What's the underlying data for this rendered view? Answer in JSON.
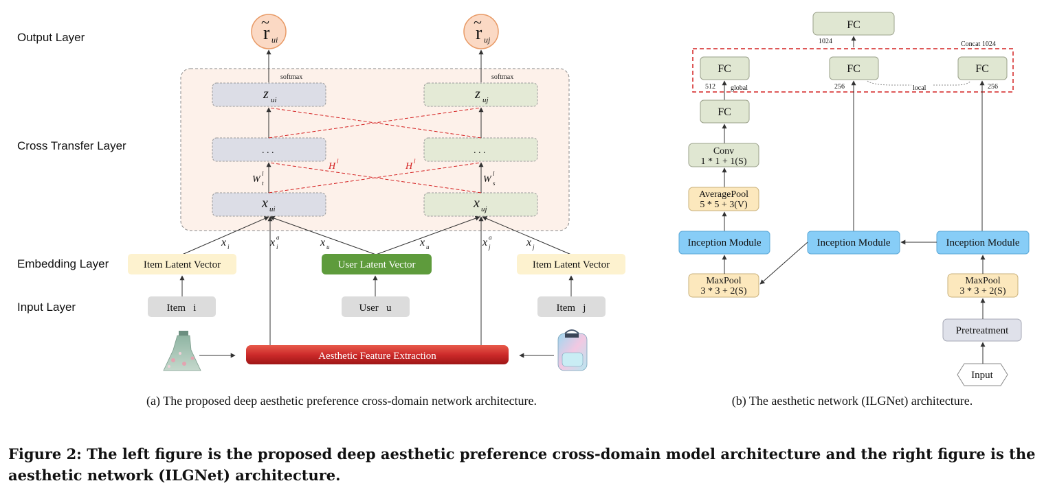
{
  "left": {
    "layers": {
      "output": "Output  Layer",
      "cross": "Cross  Transfer  Layer",
      "embedding": "Embedding  Layer",
      "input": "Input  Layer"
    },
    "outputs": {
      "r_symbol": "r",
      "tilde": "~",
      "ui": "ui",
      "uj": "uj"
    },
    "softmax": "softmax",
    "z_ui": {
      "main": "z",
      "sub": "ui"
    },
    "z_uj": {
      "main": "z",
      "sub": "uj"
    },
    "dots": ". . .",
    "x_ui": {
      "main": "x",
      "sub": "ui"
    },
    "x_uj": {
      "main": "x",
      "sub": "uj"
    },
    "H": {
      "main": "H",
      "sup": "l"
    },
    "Wt": {
      "main": "W",
      "sub": "t",
      "sup": "l"
    },
    "Ws": {
      "main": "W",
      "sub": "s",
      "sup": "l"
    },
    "edge_labels": {
      "xi": {
        "main": "x",
        "sub": "i"
      },
      "xia": {
        "main": "x",
        "sub": "i",
        "sup": "a"
      },
      "xu": {
        "main": "x",
        "sub": "u"
      },
      "xja": {
        "main": "x",
        "sub": "j",
        "sup": "a"
      },
      "xj": {
        "main": "x",
        "sub": "j"
      }
    },
    "item_latent_i": "Item Latent Vector",
    "user_latent": "User Latent Vector",
    "item_latent_j": "Item Latent Vector",
    "item_i": "Item   i",
    "user_u": "User   u",
    "item_j": "Item   j",
    "aesthetic": "Aesthetic Feature Extraction",
    "caption": "(a) The proposed deep aesthetic preference cross-domain network architecture."
  },
  "right": {
    "fc_top": "FC",
    "fc_global": "FC",
    "fc_mid": "FC",
    "fc_local": "FC",
    "fc_lower": "FC",
    "n1024": "1024",
    "concat": "Concat 1024",
    "n512": "512",
    "global": "global",
    "n256a": "256",
    "local": "local",
    "n256b": "256",
    "conv": [
      "Conv",
      "1 * 1 + 1(S)"
    ],
    "avgpool": [
      "AveragePool",
      "5 * 5 + 3(V)"
    ],
    "inception_left": "Inception Module",
    "inception_mid": "Inception Module",
    "inception_right": "Inception Module",
    "maxpool_left": [
      "MaxPool",
      "3 * 3 + 2(S)"
    ],
    "maxpool_right": [
      "MaxPool",
      "3 * 3 + 2(S)"
    ],
    "pretreatment": "Pretreatment",
    "input": "Input",
    "caption": "(b) The aesthetic network (ILGNet) architecture."
  },
  "figure_caption": "Figure 2: The left figure is the proposed deep aesthetic preference cross-domain model architecture and the right figure is the aesthetic network (ILGNet) architecture.",
  "colors": {
    "output_circle": "#fbd9c4",
    "output_stroke": "#e89a66",
    "cross_bg": "#fdf1ea",
    "blue_box": "#dcdde6",
    "green_box": "#e4ead6",
    "yellow_box": "#fdf2cf",
    "user_green": "#5e9b3c",
    "gray_box": "#dcdcdc",
    "red_bar": "#cc2a2a",
    "fc_green": "#e0e7d2",
    "inception_blue": "#87cdf7",
    "pool_yellow": "#fce8bd",
    "pre_gray": "#dfe1ea",
    "dashed_red": "#d42020"
  }
}
